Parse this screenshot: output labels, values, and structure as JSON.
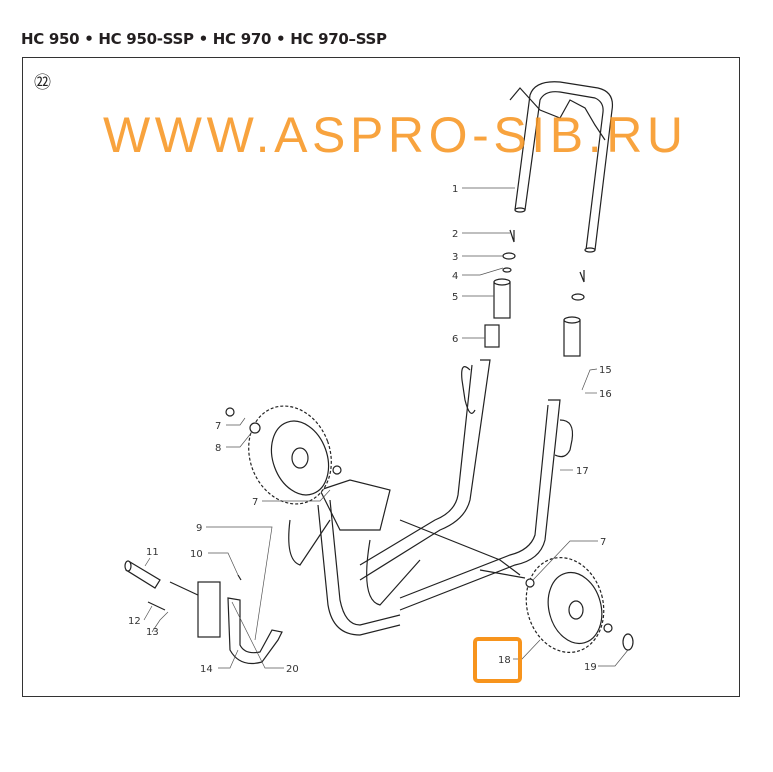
{
  "header": {
    "title": "HC 950 • HC 950-SSP • HC 970 • HC 970–SSP"
  },
  "figure": {
    "number": "㉒",
    "part_labels": [
      "1",
      "2",
      "3",
      "4",
      "5",
      "6",
      "7",
      "8",
      "7",
      "9",
      "10",
      "11",
      "12",
      "13",
      "14",
      "20",
      "15",
      "16",
      "17",
      "7",
      "18",
      "19"
    ],
    "highlighted_part": "18",
    "highlight_color": "#f7941d"
  },
  "watermark": {
    "text": "WWW.ASPRO-SIB.RU",
    "color": "#f7941d"
  }
}
